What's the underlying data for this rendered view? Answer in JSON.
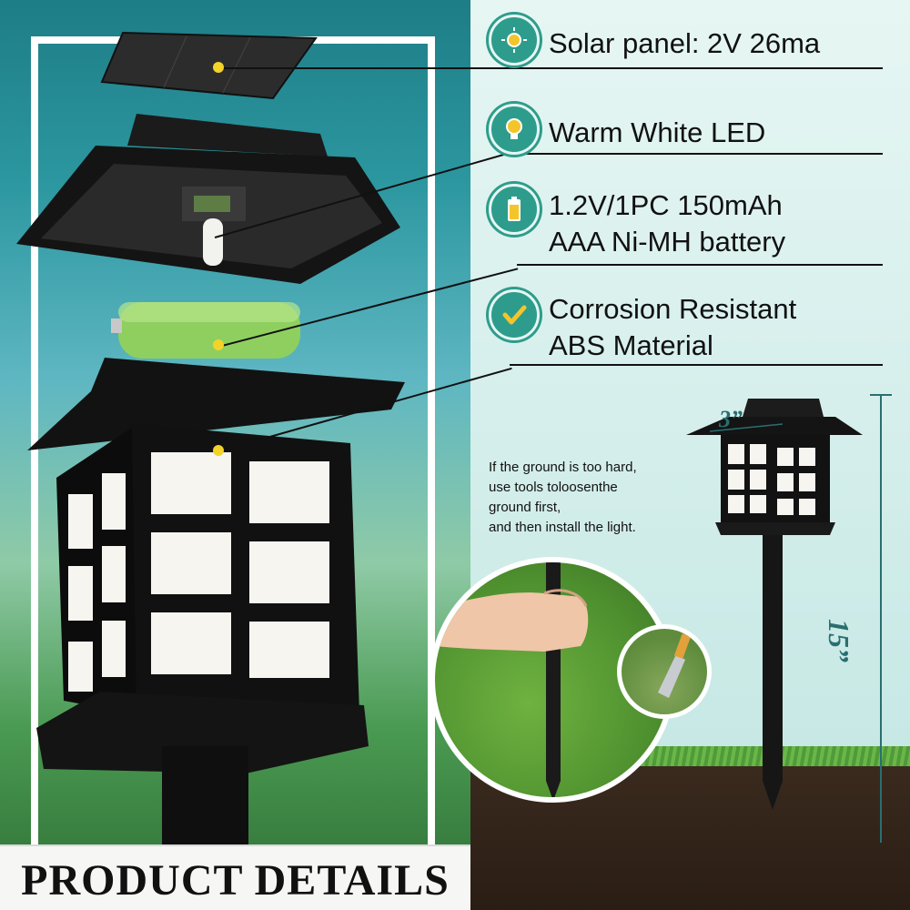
{
  "features": [
    {
      "icon": "sun-icon",
      "label": "Solar panel: 2V 26ma"
    },
    {
      "icon": "lightbulb-icon",
      "label": "Warm White LED"
    },
    {
      "icon": "battery-icon",
      "label_line1": "1.2V/1PC 150mAh",
      "label_line2": "AAA Ni-MH battery"
    },
    {
      "icon": "checkmark-icon",
      "label_line1": "Corrosion Resistant",
      "label_line2": "ABS Material"
    }
  ],
  "install_note": {
    "line1": "If the ground is too hard,",
    "line2": "use tools toloosenthe",
    "line3": "ground first,",
    "line4": "and then install the light."
  },
  "dimensions": {
    "width": "3”",
    "height": "15”"
  },
  "banner": {
    "title": "PRODUCT DETAILS"
  },
  "colors": {
    "accent": "#2e9c8c",
    "dot": "#f3d32a",
    "dimension": "#2a6f70"
  }
}
